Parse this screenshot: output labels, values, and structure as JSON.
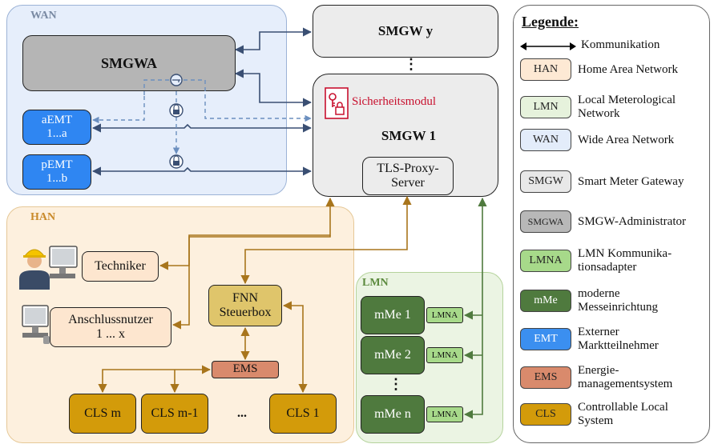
{
  "zones": {
    "wan": "WAN",
    "han": "HAN",
    "lmn": "LMN"
  },
  "nodes": {
    "smgwa": "SMGWA",
    "smgw_y": "SMGW y",
    "smgw_1": "SMGW 1",
    "security_module": "Sicherheitsmodul",
    "tls_proxy": "TLS-Proxy-Server",
    "aemt": "aEMT\n1...a",
    "pemt": "pEMT\n1...b",
    "techniker": "Techniker",
    "anschlussnutzer": "Anschlussnutzer\n1 ... x",
    "fnn": "FNN\nSteuerbox",
    "ems": "EMS",
    "cls_m": "CLS m",
    "cls_m1": "CLS m-1",
    "cls_dots": "...",
    "cls_1": "CLS 1",
    "mme_1": "mMe 1",
    "mme_2": "mMe 2",
    "mme_n": "mMe n",
    "lmna": "LMNA",
    "vdots": "⋮"
  },
  "legend": {
    "title": "Legende:",
    "comm": "Kommunikation",
    "items": [
      {
        "abbr": "HAN",
        "text": "Home Area Network",
        "fill": "#fde9d4",
        "color": "#222"
      },
      {
        "abbr": "LMN",
        "text": "Local Meterological\nNetwork",
        "fill": "#e6f2dc",
        "color": "#222"
      },
      {
        "abbr": "WAN",
        "text": "Wide Area Network",
        "fill": "#e3ecfa",
        "color": "#222"
      },
      {
        "abbr": "SMGW",
        "text": "Smart Meter Gateway",
        "fill": "#e8e8e8",
        "color": "#222"
      },
      {
        "abbr": "SMGWA",
        "text": "SMGW-Administrator",
        "fill": "#b8b8b8",
        "color": "#222"
      },
      {
        "abbr": "LMNA",
        "text": "LMN Kommunika-\ntionsadapter",
        "fill": "#a7d98a",
        "color": "#222"
      },
      {
        "abbr": "mMe",
        "text": "moderne\nMesseinrichtung",
        "fill": "#4f7a3e",
        "color": "#fff"
      },
      {
        "abbr": "EMT",
        "text": "Externer\nMarktteilnehmer",
        "fill": "#3b8ff0",
        "color": "#fff"
      },
      {
        "abbr": "EMS",
        "text": "Energie-\nmanagementsystem",
        "fill": "#d98a6c",
        "color": "#222"
      },
      {
        "abbr": "CLS",
        "text": "Controllable Local\nSystem",
        "fill": "#d39b0a",
        "color": "#222"
      }
    ]
  },
  "colors": {
    "wan_zone": "#e6eefb",
    "han_zone": "#fdf0de",
    "lmn_zone": "#ebf4e3",
    "smgw": "#ececec",
    "smgwa": "#b5b5b5",
    "emt": "#2f86f2",
    "peach": "#fde6cf",
    "fnn": "#dfc56b",
    "ems": "#d98a6c",
    "cls": "#d39b0a",
    "mme": "#4f7a3e",
    "lmna": "#a7d98a",
    "link_wan": "#3a4f73",
    "link_han": "#a8751c",
    "link_lmn": "#4f7a3e",
    "dashed": "#6b8fbf",
    "security": "#c8102e"
  }
}
